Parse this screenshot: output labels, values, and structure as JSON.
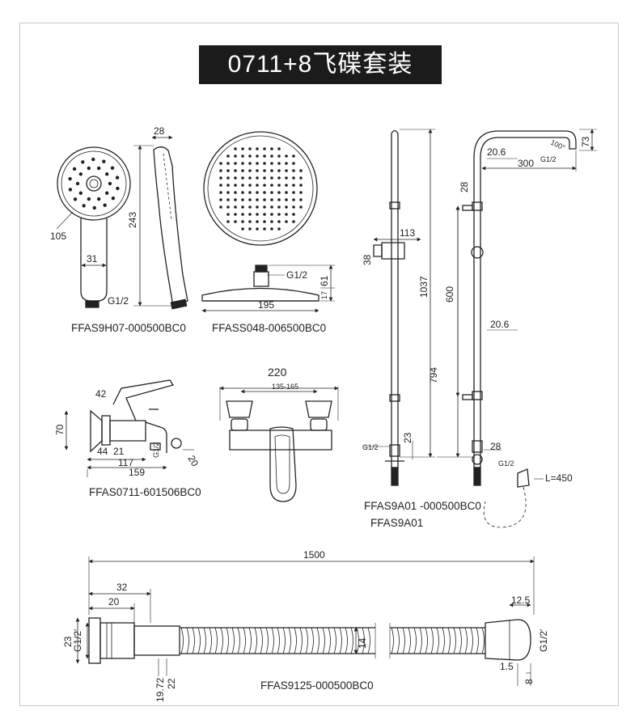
{
  "title": "0711+8飞碟套装",
  "parts": {
    "hand_shower": {
      "code": "FFAS9H07-000500BC0",
      "dims": {
        "head_dia": "105",
        "handle_w": "31",
        "length": "243",
        "depth": "28",
        "thread": "G1/2"
      }
    },
    "overhead_shower": {
      "code": "FFASS048-006500BC0",
      "dims": {
        "thread": "G1/2",
        "height": "61",
        "plate": "17",
        "dia": "195"
      }
    },
    "bath_mixer": {
      "code": "FFAS0711-601506BC0",
      "dims": {
        "handle": "42",
        "height": "70",
        "d1": "44",
        "d2": "21",
        "d3": "117",
        "d4": "159",
        "spout": "20",
        "thread": "G1/2"
      }
    },
    "mixer_front": {
      "dims": {
        "width": "220",
        "centers": "135-165"
      }
    },
    "shower_column": {
      "code_line1": "FFAS9A01  -000500BC0",
      "code_line2": "FFAS9A01",
      "dims": {
        "slider": "113",
        "rod_dia": "38",
        "rail_len": "1037",
        "tube_dia": "23",
        "thread": "G1/2",
        "arm_dia": "20.6",
        "arm_len": "300",
        "angle": "100°",
        "arm_h": "73",
        "pipe_dia_top": "28",
        "upper": "600",
        "lower": "794",
        "tube_dia_mid": "20.6",
        "base_dia": "28",
        "hose": "L=450"
      }
    },
    "hose": {
      "code": "FFAS9125-000500BC0",
      "dims": {
        "length": "1500",
        "l1": "32",
        "l2": "20",
        "nut_dia": "23",
        "thread_l": "G1/2'",
        "inner": "14",
        "d1": "19.72",
        "d2": "22",
        "r1": "12.5",
        "thread_r": "G1/2'",
        "r2": "1.5",
        "r3": "8"
      }
    }
  }
}
